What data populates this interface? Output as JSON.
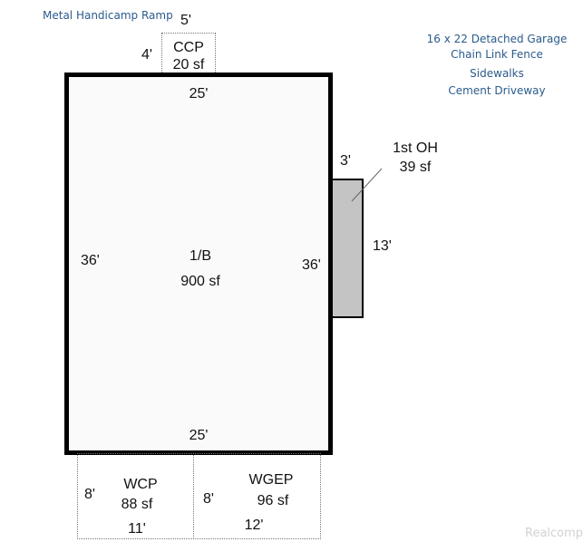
{
  "notes": {
    "ramp": "Metal Handicamp Ramp",
    "items": [
      "16 x 22 Detached Garage",
      "Chain Link Fence",
      "Sidewalks",
      "Cement Driveway"
    ]
  },
  "ccp": {
    "name": "CCP",
    "area": "20 sf",
    "width": "5'",
    "depth": "4'"
  },
  "main": {
    "name": "1/B",
    "area": "900 sf",
    "top": "25'",
    "bottom": "25'",
    "left": "36'",
    "right": "36'"
  },
  "oh": {
    "name": "1st OH",
    "area": "39 sf",
    "width": "3'",
    "length": "13'"
  },
  "wcp": {
    "name": "WCP",
    "area": "88 sf",
    "depth": "8'",
    "width": "11'"
  },
  "wgep": {
    "name": "WGEP",
    "area": "96 sf",
    "depth": "8'",
    "width": "12'"
  },
  "watermark": "Realcomp"
}
